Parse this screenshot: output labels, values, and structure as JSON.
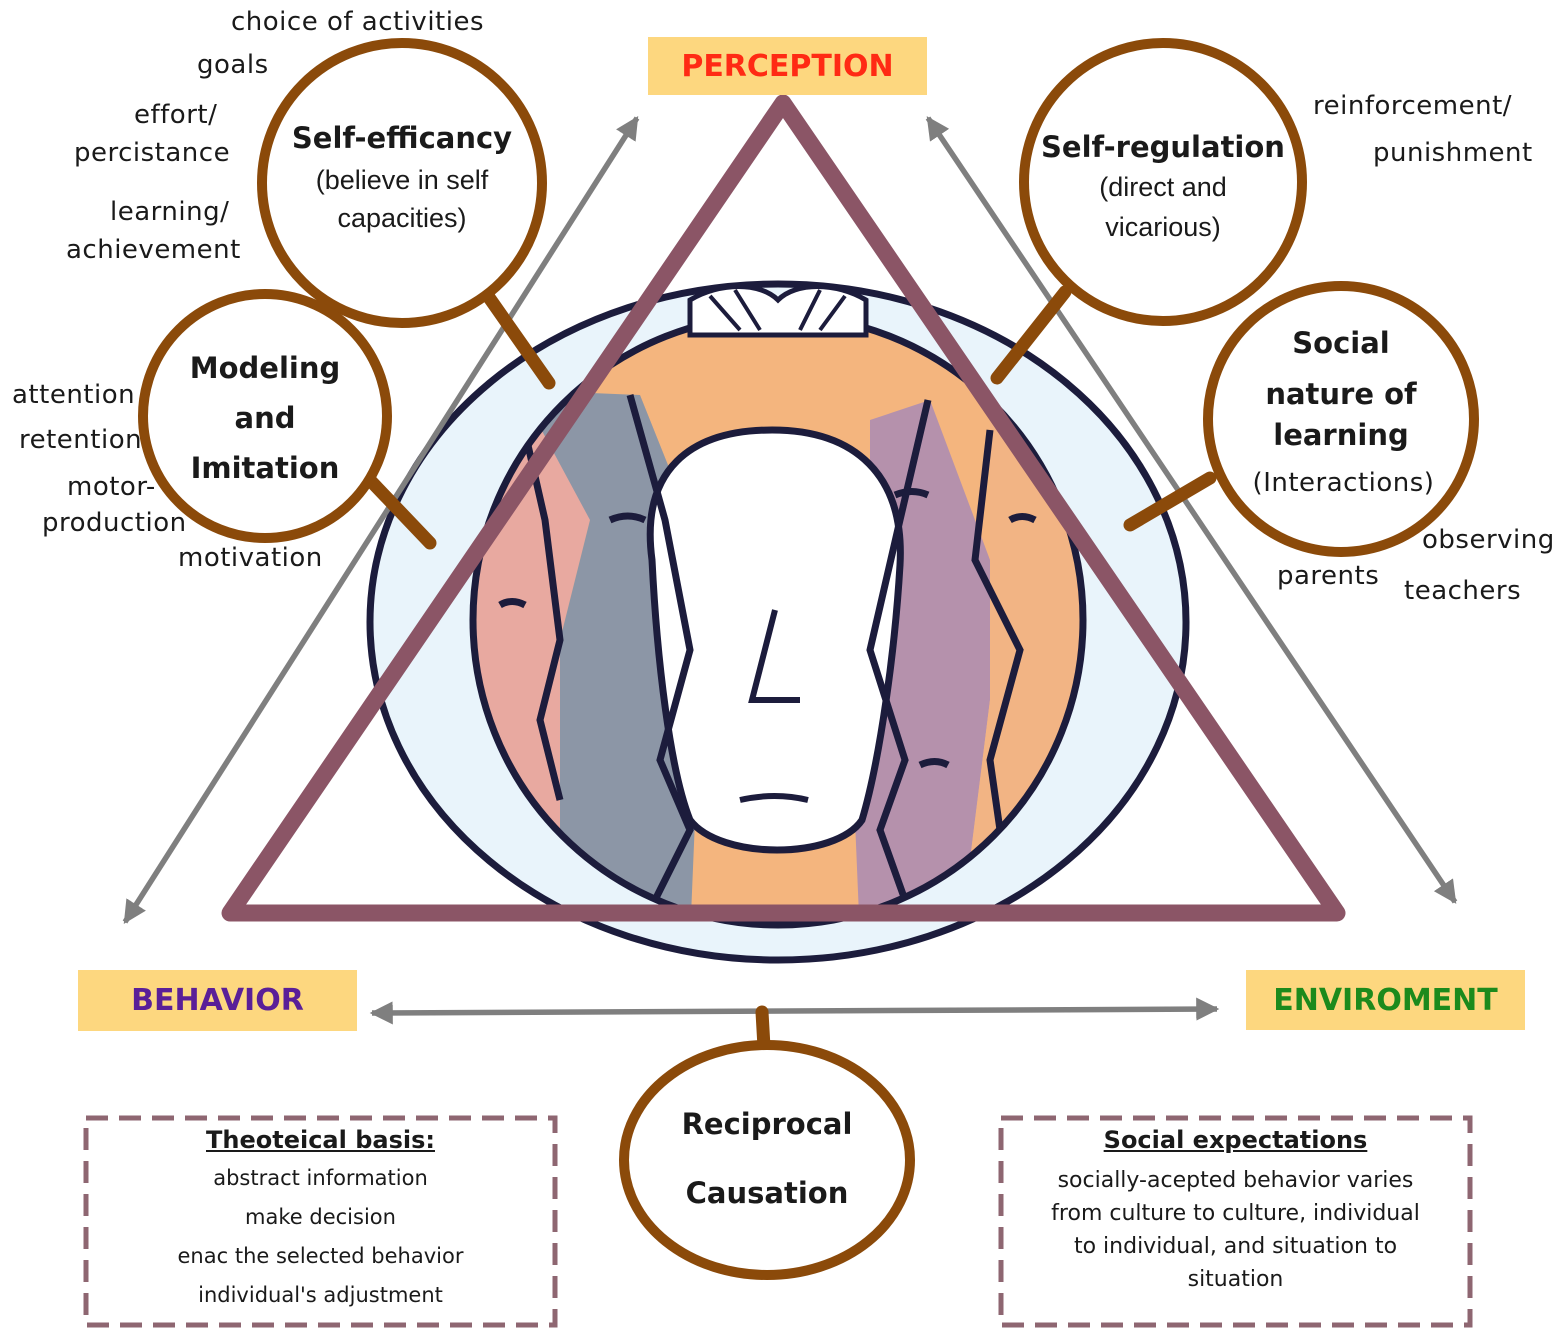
{
  "colors": {
    "triangle": "#8b5566",
    "circle_ring": "#8b4a0a",
    "arrow": "#7f7f7f",
    "label_bg": "#fdd77f",
    "perception": "#ff2a14",
    "behavior": "#5a1f98",
    "environment": "#1c8a1c",
    "dashed_box_border": "#8e6671"
  },
  "vertices": {
    "perception": "PERCEPTION",
    "behavior": "BEHAVIOR",
    "environment": "ENVIROMENT"
  },
  "concepts": {
    "self_efficacy": {
      "title": "Self-efficancy",
      "subtitle_lines": [
        "(believe in self",
        "capacities)"
      ]
    },
    "self_regulation": {
      "title": "Self-regulation",
      "subtitle_lines": [
        "(direct and",
        "vicarious)"
      ]
    },
    "modeling": {
      "title_lines": [
        "Modeling",
        "and",
        "Imitation"
      ]
    },
    "social_nature": {
      "title_lines": [
        "Social",
        "nature of",
        "learning"
      ],
      "subtitle": "(Interactions)"
    },
    "reciprocal": {
      "title_lines": [
        "Reciprocal",
        "Causation"
      ]
    }
  },
  "annotations": {
    "self_efficacy": [
      "choice of activities",
      "goals",
      "effort/",
      "percistance",
      "learning/",
      "achievement"
    ],
    "modeling": [
      "attention",
      "retention",
      "motor-",
      "production",
      "motivation"
    ],
    "self_regulation": [
      "reinforcement/",
      "punishment"
    ],
    "social_nature": [
      "observing",
      "parents",
      "teachers"
    ]
  },
  "boxes": {
    "theoretical": {
      "title": "Theoteical basis:",
      "lines": [
        "abstract information",
        "make decision",
        "enac the selected behavior",
        "individual's adjustment"
      ]
    },
    "social_expectations": {
      "title": "Social expectations",
      "lines": [
        "socially-acepted behavior varies",
        "from culture to culture, individual",
        "to individual, and situation to",
        "situation"
      ]
    }
  }
}
